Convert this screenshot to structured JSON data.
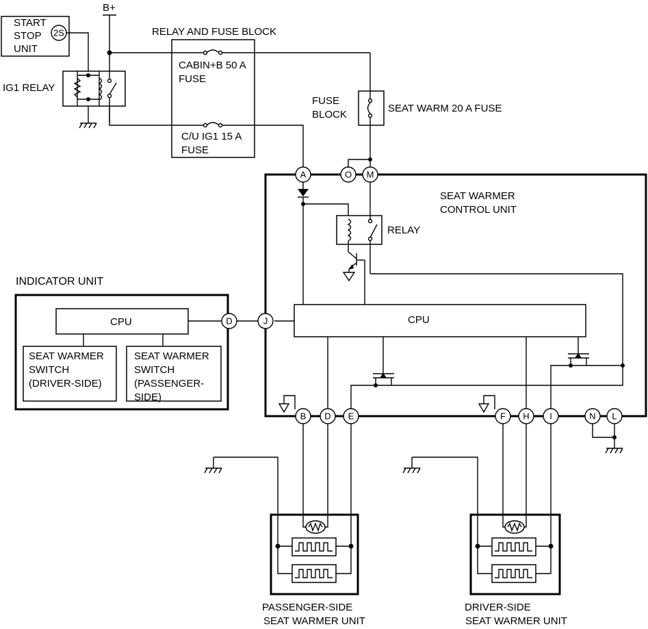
{
  "supply": {
    "b_plus": "B+"
  },
  "start_stop_unit": {
    "line1": "START",
    "line2": "STOP",
    "line3": "UNIT",
    "pin": "2S"
  },
  "ig1_relay": {
    "label": "IG1 RELAY"
  },
  "relay_fuse_block": {
    "title": "RELAY AND FUSE BLOCK",
    "fuse1_line1": "CABIN+B 50 A",
    "fuse1_line2": "FUSE",
    "fuse2_line1": "C/U IG1 15 A",
    "fuse2_line2": "FUSE"
  },
  "fuse_block": {
    "line1": "FUSE",
    "line2": "BLOCK",
    "fuse_label": "SEAT WARM 20 A FUSE"
  },
  "control_unit": {
    "line1": "SEAT WARMER",
    "line2": "CONTROL UNIT",
    "relay_label": "RELAY",
    "cpu_label": "CPU",
    "pins": {
      "A": "A",
      "O": "O",
      "M": "M",
      "J": "J",
      "B": "B",
      "D": "D",
      "E": "E",
      "F": "F",
      "H": "H",
      "I": "I",
      "N": "N",
      "L": "L"
    }
  },
  "indicator_unit": {
    "title": "INDICATOR UNIT",
    "cpu_label": "CPU",
    "pin_d": "D",
    "switch_driver": [
      "SEAT WARMER",
      "SWITCH",
      "(DRIVER-SIDE)"
    ],
    "switch_passenger": [
      "SEAT WARMER",
      "SWITCH",
      "(PASSENGER-",
      "SIDE)"
    ]
  },
  "passenger_unit": {
    "line1": "PASSENGER-SIDE",
    "line2": "SEAT WARMER UNIT"
  },
  "driver_unit": {
    "line1": "DRIVER-SIDE",
    "line2": "SEAT WARMER UNIT"
  }
}
